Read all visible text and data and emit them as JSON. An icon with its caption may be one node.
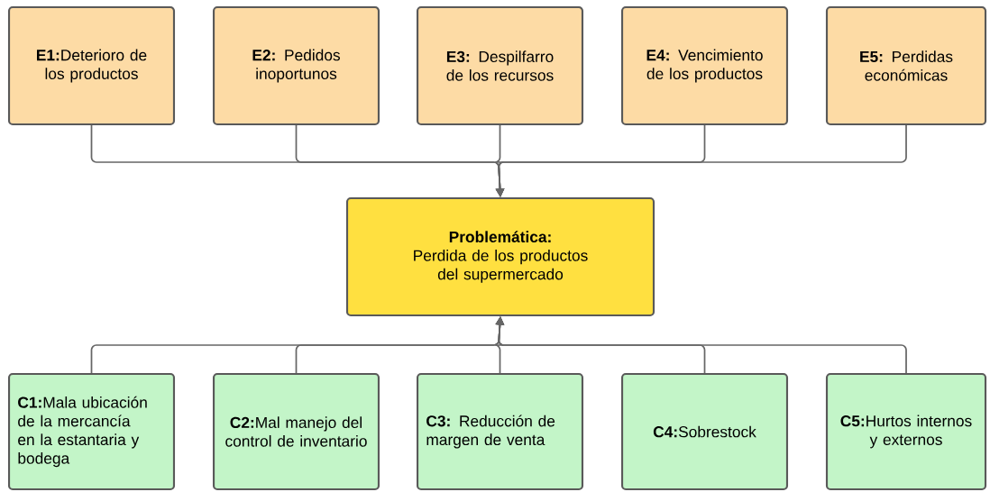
{
  "diagram": {
    "nodes": [
      {
        "text": [
          "**E1:**Deterioro de los productos"
        ]
      },
      {
        "text": [
          "**E2:** Pedidos inoportunos"
        ]
      },
      {
        "text": [
          "**E3:** Despilfarro de los recursos"
        ]
      },
      {
        "text": [
          "**E4:** Vencimiento de los productos"
        ]
      },
      {
        "text": [
          "**E5:** Perdidas económicas"
        ]
      },
      {
        "text": [
          "Problemática:",
          "Perdida de los productos del supermercado"
        ]
      },
      {
        "text": [
          "**C1:**Mala ubicación de la mercancía en la estantaria y bodega"
        ]
      },
      {
        "text": [
          "**C2:**Mal manejo del control de inventario"
        ]
      },
      {
        "text": [
          "**C3:** Reducción de margen de venta"
        ]
      },
      {
        "text": [
          "**C4:**Sobrestock"
        ]
      },
      {
        "text": [
          "**C5:**Hurtos internos y externos"
        ]
      }
    ],
    "edges": [
      {
        "from": 0,
        "to": 5,
        "arrow": "to"
      },
      {
        "from": 1,
        "to": 5,
        "arrow": "to"
      },
      {
        "from": 2,
        "to": 5,
        "arrow": "to"
      },
      {
        "from": 3,
        "to": 5,
        "arrow": "to"
      },
      {
        "from": 4,
        "to": 5,
        "arrow": "to"
      },
      {
        "from": 6,
        "to": 5,
        "arrow": "to"
      },
      {
        "from": 7,
        "to": 5,
        "arrow": "to"
      },
      {
        "from": 8,
        "to": 5,
        "arrow": "to"
      },
      {
        "from": 9,
        "to": 5,
        "arrow": "to"
      },
      {
        "from": 10,
        "to": 5,
        "arrow": "to"
      }
    ]
  }
}
